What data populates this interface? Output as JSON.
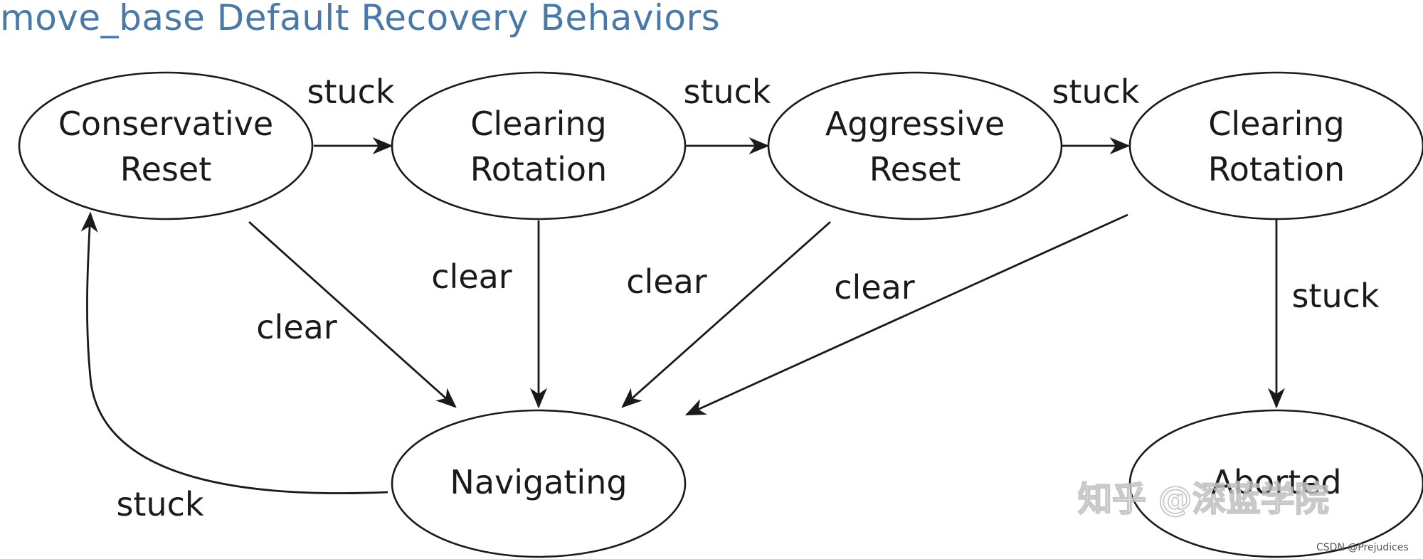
{
  "title": "move_base Default Recovery Behaviors",
  "nodes": {
    "conservative_reset": {
      "label_lines": [
        "Conservative",
        "Reset"
      ]
    },
    "clearing_rotation_1": {
      "label_lines": [
        "Clearing",
        "Rotation"
      ]
    },
    "aggressive_reset": {
      "label_lines": [
        "Aggressive",
        "Reset"
      ]
    },
    "clearing_rotation_2": {
      "label_lines": [
        "Clearing",
        "Rotation"
      ]
    },
    "navigating": {
      "label_lines": [
        "Navigating"
      ]
    },
    "aborted": {
      "label_lines": [
        "Aborted"
      ]
    }
  },
  "edges": {
    "conservative_to_rotation1": {
      "from": "Conservative Reset",
      "to": "Clearing Rotation",
      "label": "stuck"
    },
    "rotation1_to_aggressive": {
      "from": "Clearing Rotation",
      "to": "Aggressive Reset",
      "label": "stuck"
    },
    "aggressive_to_rotation2": {
      "from": "Aggressive Reset",
      "to": "Clearing Rotation",
      "label": "stuck"
    },
    "rotation2_to_aborted": {
      "from": "Clearing Rotation",
      "to": "Aborted",
      "label": "stuck"
    },
    "navigating_to_conservative": {
      "from": "Navigating",
      "to": "Conservative Reset",
      "label": "stuck"
    },
    "conservative_to_navigating": {
      "from": "Conservative Reset",
      "to": "Navigating",
      "label": "clear"
    },
    "rotation1_to_navigating": {
      "from": "Clearing Rotation",
      "to": "Navigating",
      "label": "clear"
    },
    "aggressive_to_navigating": {
      "from": "Aggressive Reset",
      "to": "Navigating",
      "label": "clear"
    },
    "rotation2_to_navigating": {
      "from": "Clearing Rotation",
      "to": "Navigating",
      "label": "clear"
    }
  },
  "watermark": {
    "text": "知乎 @深蓝学院",
    "credit": "CSDN @Prejudices"
  }
}
